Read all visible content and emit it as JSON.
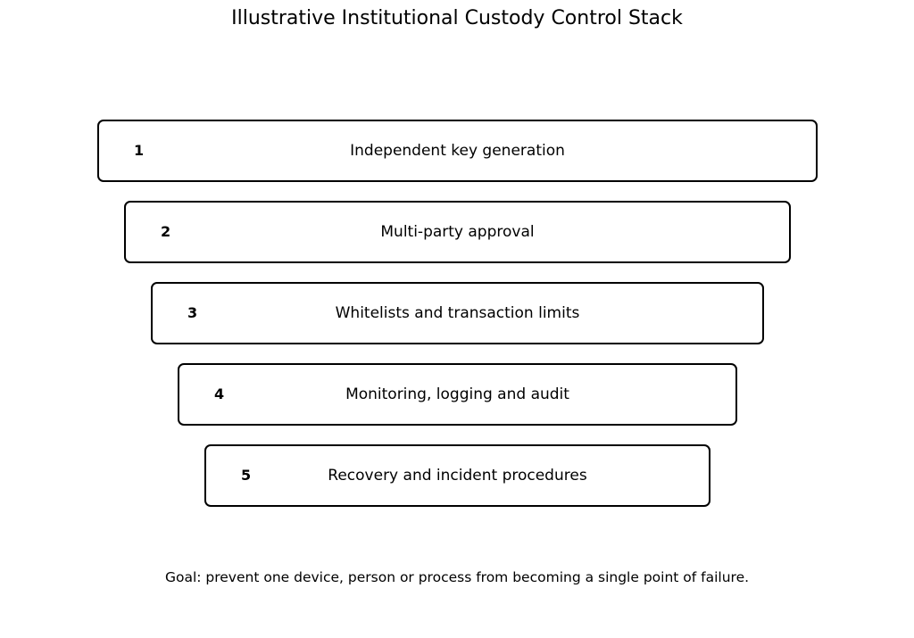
{
  "title": "Illustrative Institutional Custody Control Stack",
  "layers": [
    {
      "number": "1",
      "label": "Independent key generation"
    },
    {
      "number": "2",
      "label": "Multi-party approval"
    },
    {
      "number": "3",
      "label": "Whitelists and transaction limits"
    },
    {
      "number": "4",
      "label": "Monitoring, logging and audit"
    },
    {
      "number": "5",
      "label": "Recovery and incident procedures"
    }
  ],
  "footnote": "Goal: prevent one device, person or process from becoming a single point of failure."
}
